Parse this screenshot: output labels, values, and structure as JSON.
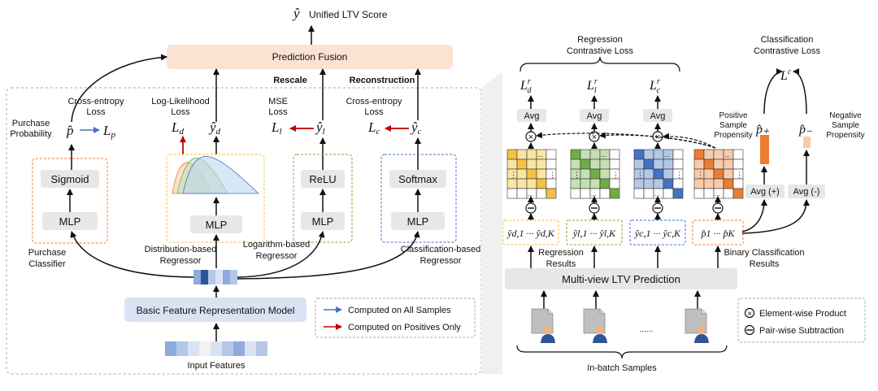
{
  "top": {
    "yhat": "ŷ",
    "unified_score_label": "Unified LTV Score",
    "prediction_fusion_label": "Prediction Fusion"
  },
  "left_panel": {
    "rescale_label": "Rescale",
    "reconstruction_label": "Reconstruction",
    "purchase": {
      "loss_label_1": "Cross-entropy",
      "loss_label_2": "Loss",
      "prob_label_1": "Purchase",
      "prob_label_2": "Probability",
      "p_hat": "p̂",
      "loss_symbol": "L",
      "loss_sub": "p",
      "sigmoid_label": "Sigmoid",
      "mlp_label": "MLP",
      "classifier_label_1": "Purchase",
      "classifier_label_2": "Classifier"
    },
    "distribution": {
      "loss_label_1": "Log-Likelihood",
      "loss_label_2": "Loss",
      "loss_symbol": "L",
      "loss_sub": "d",
      "y_hat": "ŷ",
      "y_sub": "d",
      "mlp_label": "MLP",
      "regressor_label_1": "Distribution-based",
      "regressor_label_2": "Regressor"
    },
    "logarithm": {
      "loss_label_1": "MSE",
      "loss_label_2": "Loss",
      "loss_symbol": "L",
      "loss_sub": "l",
      "y_hat": "ŷ",
      "y_sub": "l",
      "relu_label": "ReLU",
      "mlp_label": "MLP",
      "regressor_label_1": "Logarithm-based",
      "regressor_label_2": "Regressor"
    },
    "classification": {
      "loss_label_1": "Cross-entropy",
      "loss_label_2": "Loss",
      "loss_symbol": "L",
      "loss_sub": "c",
      "y_hat": "ŷ",
      "y_sub": "c",
      "softmax_label": "Softmax",
      "mlp_label": "MLP",
      "regressor_label_1": "Classification-based",
      "regressor_label_2": "Regressor"
    },
    "bfrm_label": "Basic Feature Representation Model",
    "input_features_label": "Input Features",
    "legend": {
      "all_samples": "Computed  on All Samples",
      "positives_only": "Computed  on Positives Only",
      "blue": "#4472c4",
      "red": "#c00000"
    }
  },
  "right_panel": {
    "regression_contrastive_1": "Regression",
    "regression_contrastive_2": "Contrastive Loss",
    "classification_contrastive_1": "Classification",
    "classification_contrastive_2": "Contrastive Loss",
    "L_r_d": {
      "base": "L",
      "sup": "r",
      "sub": "d"
    },
    "L_r_l": {
      "base": "L",
      "sup": "r",
      "sub": "l"
    },
    "L_r_c": {
      "base": "L",
      "sup": "r",
      "sub": "c"
    },
    "L_c": {
      "base": "L",
      "sup": "c"
    },
    "avg_label": "Avg",
    "avg_plus_label": "Avg (+)",
    "avg_minus_label": "Avg (-)",
    "positive_label_1": "Positive",
    "positive_label_2": "Sample",
    "positive_label_3": "Propensity",
    "negative_label_1": "Negative",
    "negative_label_2": "Sample",
    "negative_label_3": "Propensity",
    "p_plus": "p̂₊",
    "p_minus": "p̂₋",
    "ellipsis": "...",
    "dots_v": "⋮",
    "otimes": "⊗",
    "ominus": "⊖",
    "results_d": "ŷd,1 ··· ŷd,K",
    "results_l": "ŷl,1 ··· ŷl,K",
    "results_c": "ŷc,1 ··· ŷc,K",
    "results_p": "p̂1 ··· p̂K",
    "regression_results_1": "Regression",
    "regression_results_2": "Results",
    "binary_results_1": "Binary Classification",
    "binary_results_2": "Results",
    "multiview_label": "Multi-view LTV Prediction",
    "samples_dots": "......",
    "inbatch_label": "In-batch Samples",
    "legend_product": "Element-wise Product",
    "legend_subtraction": "Pair-wise Subtraction",
    "colors": {
      "yellow": "#f5c242",
      "green": "#70ad47",
      "blue": "#4472c4",
      "orange": "#ed7d31"
    }
  }
}
